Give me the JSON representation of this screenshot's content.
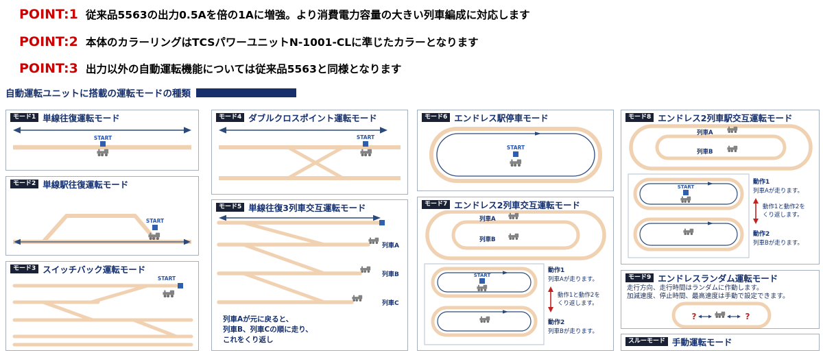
{
  "points": {
    "p1_label": "POINT:1",
    "p1_text": "従来品5563の出力0.5Aを倍の1Aに増強。より消費電力容量の大きい列車編成に対応します",
    "p2_label": "POINT:2",
    "p2_text": "本体のカラーリングはTCSパワーユニットN-1001-CLに準じたカラーとなります",
    "p3_label": "POINT:3",
    "p3_text": "出力以外の自動運転機能については従来品5563と同様となります"
  },
  "header": {
    "title": "自動運転ユニットに搭載の運転モードの種類"
  },
  "m1": {
    "badge": "モード1",
    "title": "単線往復運転モード",
    "start": "START"
  },
  "m2": {
    "badge": "モード2",
    "title": "単線駅往復運転モード",
    "start": "START"
  },
  "m3": {
    "badge": "モード3",
    "title": "スイッチバック運転モード",
    "start": "START"
  },
  "m4": {
    "badge": "モード4",
    "title": "ダブルクロスポイント運転モード",
    "start": "START"
  },
  "m5": {
    "badge": "モード5",
    "title": "単線往復3列車交互運転モード",
    "train_a": "列車A",
    "train_b": "列車B",
    "train_c": "列車C",
    "caption_1": "列車Aが元に戻ると、",
    "caption_2": "列車B、列車Cの順に走り、",
    "caption_3": "これをくり返し"
  },
  "m6": {
    "badge": "モード6",
    "title": "エンドレス駅停車モード",
    "start": "START"
  },
  "m7": {
    "badge": "モード7",
    "title": "エンドレス2列車交互運転モード",
    "train_a": "列車A",
    "train_b": "列車B",
    "start": "START",
    "act1": "動作1",
    "act1_text": "列車Aが走ります。",
    "repeat_1": "動作1と動作2を",
    "repeat_2": "くり返します。",
    "act2": "動作2",
    "act2_text": "列車Bが走ります。"
  },
  "m8": {
    "badge": "モード8",
    "title": "エンドレス2列車駅交互運転モード",
    "train_a": "列車A",
    "train_b": "列車B",
    "start": "START",
    "act1": "動作1",
    "act1_text": "列車Aが走ります。",
    "repeat_1": "動作1と動作2を",
    "repeat_2": "くり返します。",
    "act2": "動作2",
    "act2_text": "列車Bが走ります。"
  },
  "m9": {
    "badge": "モード9",
    "title": "エンドレスランダム運転モード",
    "desc_1": "走行方向、走行時間はランダムに作動します。",
    "desc_2": "加減速度、停止時間、最高速度は手動で設定できます。",
    "question": "?"
  },
  "thru": {
    "badge": "スルーモード",
    "title": "手動運転モード"
  },
  "colors": {
    "accent_red": "#cc0000",
    "navy_text": "#15306e",
    "badge_bg": "#1b2135",
    "track_tan": "#f0d2b2",
    "route_navy": "#2b4a7a",
    "start_blue": "#2f5fae",
    "repeat_red": "#c22222"
  }
}
